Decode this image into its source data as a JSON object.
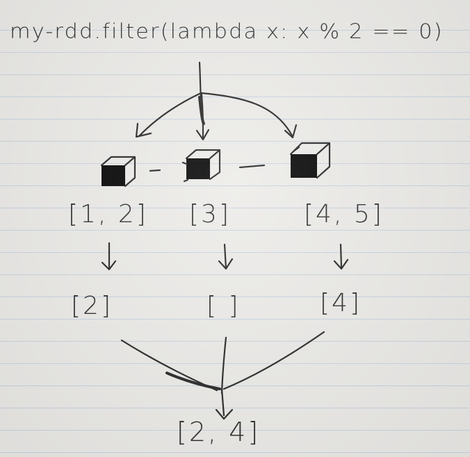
{
  "code": "my-rdd.filter(lambda x: x % 2 == 0)",
  "partitions": [
    {
      "input": "[1, 2]",
      "output": "[2]"
    },
    {
      "input": "[3]",
      "output": "[ ]"
    },
    {
      "input": "[4, 5]",
      "output": "[4]"
    }
  ],
  "result": "[2, 4]",
  "icons": [
    "cube-icon",
    "cube-icon",
    "cube-icon"
  ]
}
